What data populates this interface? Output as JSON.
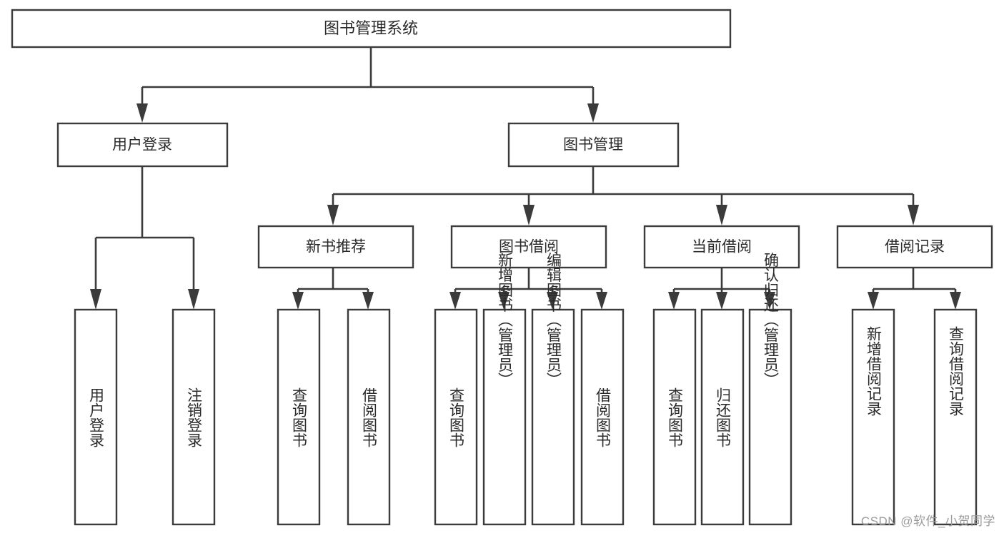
{
  "diagram": {
    "type": "tree-hierarchy",
    "title": "图书管理系统",
    "background_color": "#ffffff",
    "box_stroke_color": "#3b3b3b",
    "box_fill_color": "#ffffff",
    "text_color": "#2a2a2a",
    "root": {
      "id": "root",
      "label": "图书管理系统"
    },
    "level2": [
      {
        "id": "user-login",
        "label": "用户登录"
      },
      {
        "id": "book-manage",
        "label": "图书管理"
      }
    ],
    "level3": [
      {
        "id": "new-book-rec",
        "label": "新书推荐",
        "parent": "book-manage"
      },
      {
        "id": "book-borrow",
        "label": "图书借阅",
        "parent": "book-manage"
      },
      {
        "id": "current-borrow",
        "label": "当前借阅",
        "parent": "book-manage"
      },
      {
        "id": "borrow-record",
        "label": "借阅记录",
        "parent": "book-manage"
      }
    ],
    "leaves": {
      "user_login": [
        {
          "id": "leaf-user-login",
          "label": "用户登录"
        },
        {
          "id": "leaf-user-logout",
          "label": "注销登录"
        }
      ],
      "new_book_rec": [
        {
          "id": "leaf-query-book-1",
          "label": "查询图书"
        },
        {
          "id": "leaf-borrow-book-1",
          "label": "借阅图书"
        }
      ],
      "book_borrow": [
        {
          "id": "leaf-query-book-2",
          "label": "查询图书"
        },
        {
          "id": "leaf-add-book",
          "label": "新增图书（管理员）"
        },
        {
          "id": "leaf-edit-book",
          "label": "编辑图书（管理员）"
        },
        {
          "id": "leaf-borrow-book-2",
          "label": "借阅图书"
        }
      ],
      "current_borrow": [
        {
          "id": "leaf-query-book-3",
          "label": "查询图书"
        },
        {
          "id": "leaf-return-book",
          "label": "归还图书"
        },
        {
          "id": "leaf-confirm-return",
          "label": "确认归还（管理员）"
        }
      ],
      "borrow_record": [
        {
          "id": "leaf-add-record",
          "label": "新增借阅记录"
        },
        {
          "id": "leaf-query-record",
          "label": "查询借阅记录"
        }
      ]
    }
  },
  "watermark": {
    "text": "CSDN @软件_小贺同学"
  }
}
